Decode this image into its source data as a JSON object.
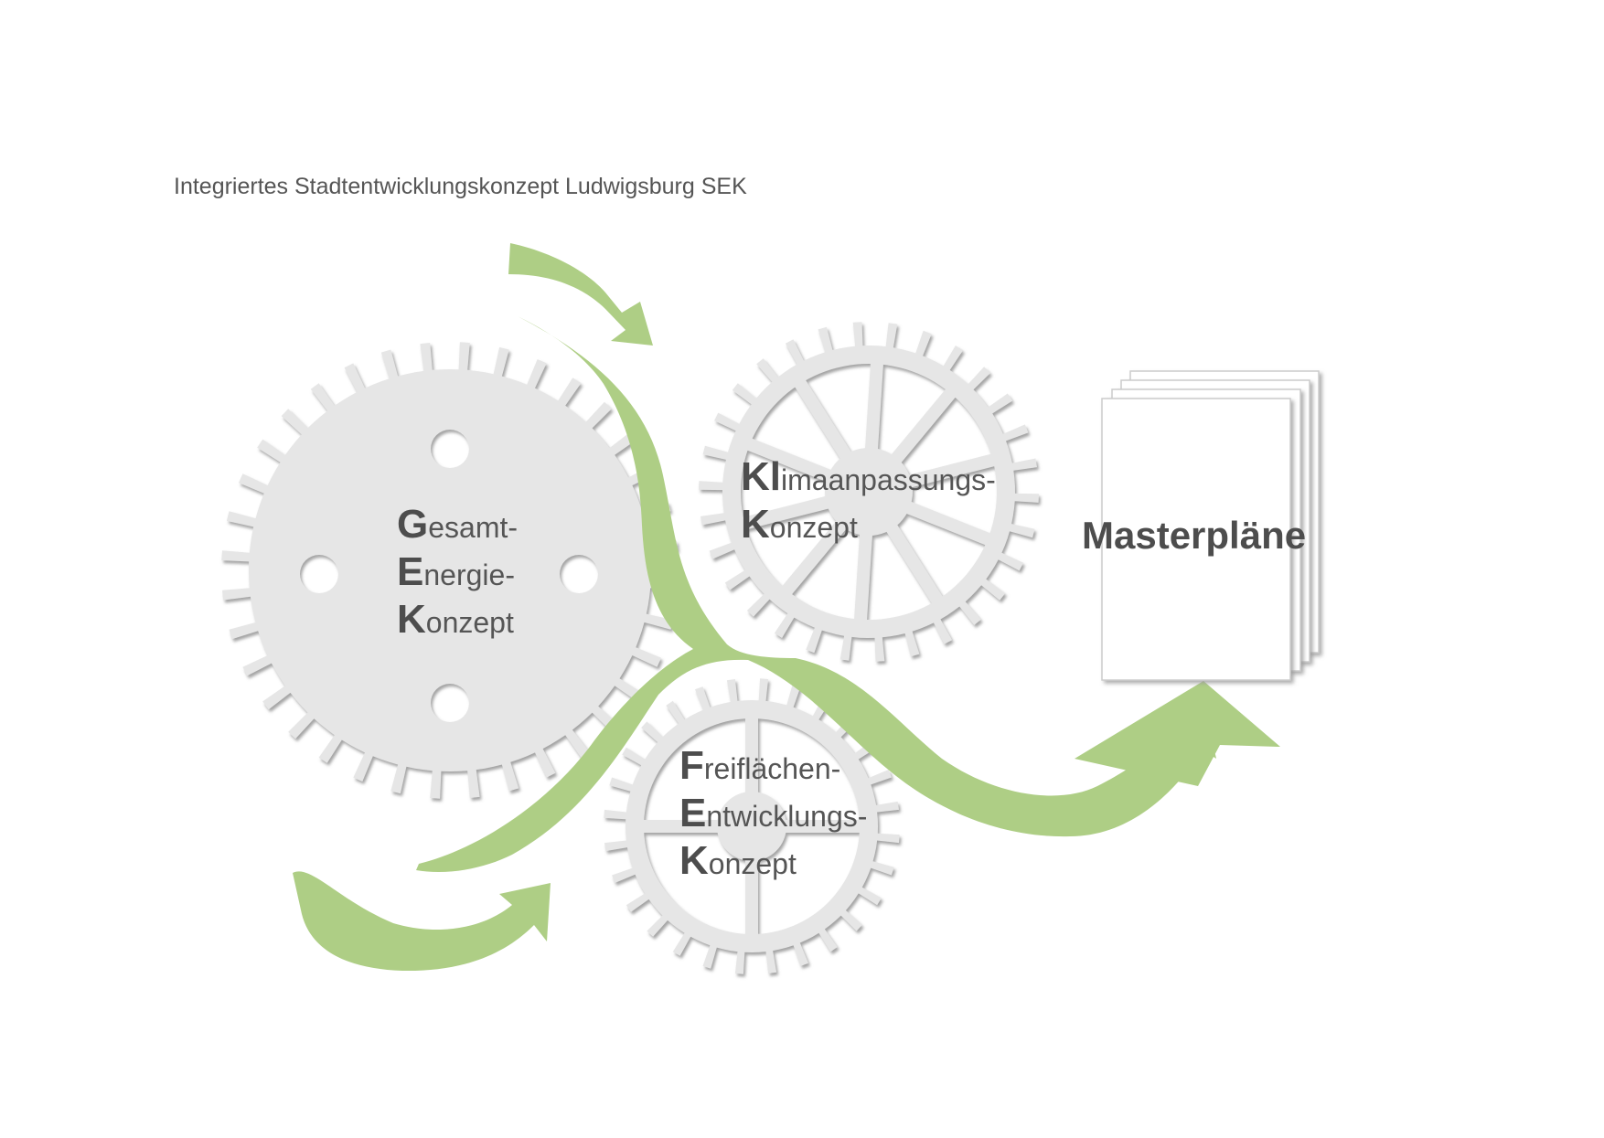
{
  "title": "Integriertes Stadtentwicklungskonzept Ludwigsburg SEK",
  "colors": {
    "gear_fill": "#e6e6e6",
    "gear_shadow": "#a8a8a8",
    "arrow_green": "#aece85",
    "text": "#555555",
    "paper_fill": "#ffffff",
    "paper_border": "#cccccc"
  },
  "gears": [
    {
      "name": "gek",
      "lines": [
        {
          "initial": "G",
          "rest": "esamt-"
        },
        {
          "initial": "E",
          "rest": "nergie-"
        },
        {
          "initial": "K",
          "rest": "onzept"
        }
      ]
    },
    {
      "name": "kk",
      "lines": [
        {
          "initial": "Kl",
          "rest": "imaanpassungs-"
        },
        {
          "initial": "K",
          "rest": "onzept"
        }
      ]
    },
    {
      "name": "fek",
      "lines": [
        {
          "initial": "F",
          "rest": "reiflächen-"
        },
        {
          "initial": "E",
          "rest": "ntwicklungs-"
        },
        {
          "initial": "K",
          "rest": "onzept"
        }
      ]
    }
  ],
  "output": {
    "label": "Masterpläne",
    "icon": "document-stack-icon"
  }
}
